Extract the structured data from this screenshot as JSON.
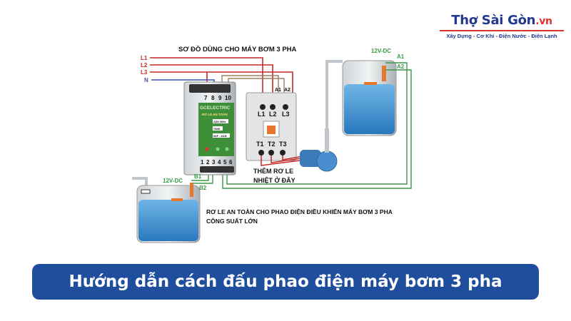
{
  "logo": {
    "brand": "Thợ Sài Gòn",
    "domain": ".vn",
    "tagline": "Xây Dựng - Cơ Khí - Điện Nước - Điện Lạnh"
  },
  "diagram": {
    "title": "SƠ ĐỒ DÙNG CHO MÁY BƠM 3 PHA",
    "lines": {
      "l1": "L1",
      "l2": "L2",
      "l3": "L3",
      "n": "N"
    },
    "relay": {
      "top_terminals": [
        "7",
        "8",
        "9",
        "10"
      ],
      "bottom_terminals": [
        "1",
        "2",
        "3",
        "4",
        "5",
        "6"
      ],
      "brand": "GCELECTRIC",
      "name": "RƠ LE AN TOÀN",
      "spec_ac": "220V 50Hz",
      "spec_load": "700W",
      "spec_model": "SKF - 111M"
    },
    "contactor": {
      "inputs": [
        "L1",
        "L2",
        "L3"
      ],
      "outputs": [
        "T1",
        "T2",
        "T3"
      ],
      "coil": [
        "A1",
        "A2"
      ]
    },
    "upper_tank": {
      "voltage": "12V-DC",
      "a1": "A1",
      "a2": "A2"
    },
    "lower_tank": {
      "voltage": "12V-DC",
      "b1": "B1",
      "b2": "B2"
    },
    "note_thermal_1": "THÊM RƠ LE",
    "note_thermal_2": "NHIỆT Ở ĐÂY",
    "caption_1": "RƠ LE AN TOÀN CHO PHAO ĐIỆN ĐIỀU KHIỂN MÁY BƠM 3 PHA",
    "caption_2": "CÔNG SUẤT LỚN"
  },
  "banner": {
    "title": "Hướng dẫn cách đấu phao điện máy bơm 3 pha"
  },
  "colors": {
    "banner": "#1f4e9c",
    "phase_wire": "#c62828",
    "neutral_wire": "#3f51b5",
    "control_wire": "#3c9a4a",
    "water": "#3f8fcf"
  }
}
